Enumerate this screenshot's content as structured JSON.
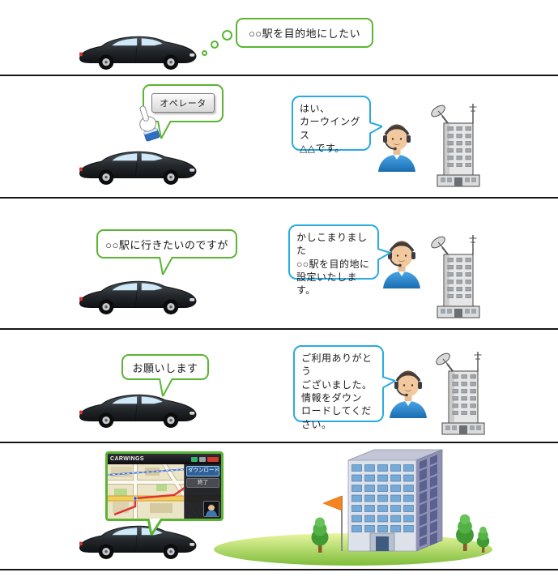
{
  "palette": {
    "driver_bubble_green": "#5ab532",
    "operator_bubble_blue": "#29abe2"
  },
  "step1": {
    "driver_thought": "○○駅を目的地にしたい"
  },
  "step2": {
    "operator_button": "オペレータ",
    "operator_reply": "はい、\nカーウイングス\n△△です。"
  },
  "step3": {
    "driver_request": "○○駅に行きたいのですが",
    "operator_reply": "かしこまりました\n○○駅を目的地に\n設定いたします。"
  },
  "step4": {
    "driver_confirm": "お願いします",
    "operator_reply": "ご利用ありがとう\nございました。\n情報をダウン\nロードしてくだ\nさい。"
  },
  "step5": {
    "nav_screen": {
      "brand": "CARWINGS",
      "menu": [
        "ダウンロード",
        "終了"
      ]
    }
  }
}
